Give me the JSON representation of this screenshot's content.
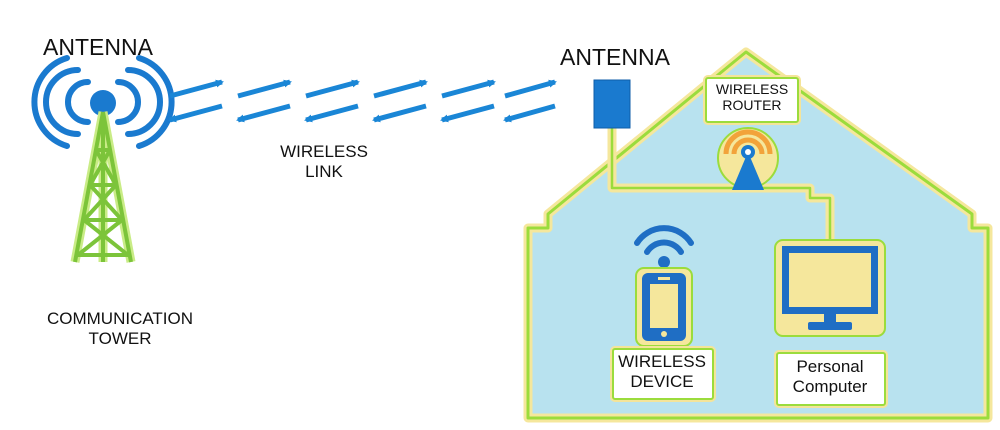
{
  "labels": {
    "tower_antenna": "ANTENNA",
    "communication_tower": [
      "COMMUNICATION",
      "TOWER"
    ],
    "wireless_link": [
      "WIRELESS",
      "LINK"
    ],
    "house_antenna": "ANTENNA",
    "wireless_router": [
      "WIRELESS",
      "ROUTER"
    ],
    "wireless_device": [
      "WIRELESS",
      "DEVICE"
    ],
    "personal_computer": [
      "Personal",
      "Computer"
    ]
  },
  "colors": {
    "antenna_blue": "#1a7acf",
    "arrow_blue": "#1a86d6",
    "tower_green": "#7cc43a",
    "tower_outline": "#c9ec86",
    "house_fill": "#b8e2ef",
    "house_outline_yellow": "#f5e79c",
    "house_outline_green": "#9bdc3c",
    "router_orange": "#f2a33a",
    "device_blue": "#1f6ec4"
  }
}
